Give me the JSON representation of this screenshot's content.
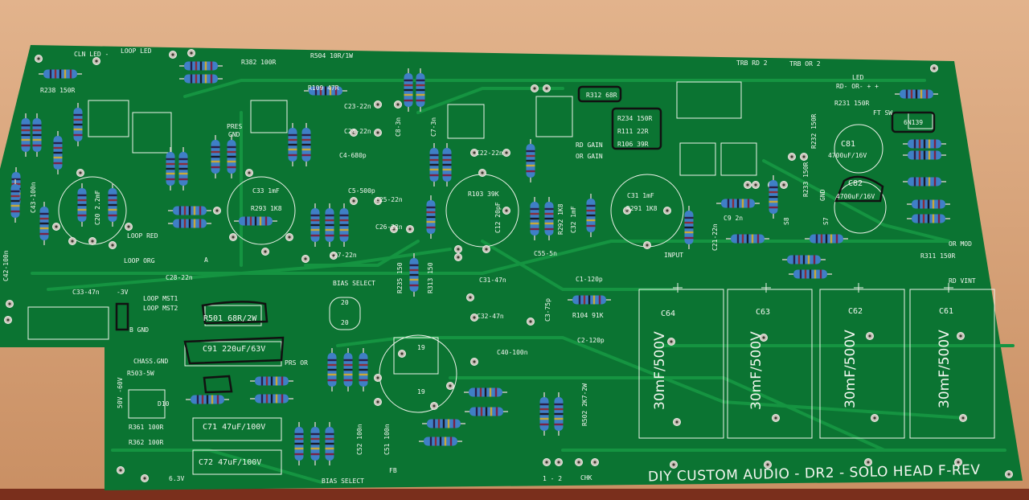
{
  "board": {
    "title": "DIY CUSTOM AUDIO - DR2 - SOLO HEAD F-REV",
    "colors": {
      "board": "#0b7432",
      "trace": "#159441",
      "silkscreen": "#f2f6ef",
      "resistor": "#3f7fc6",
      "table": "#d6a27a"
    }
  },
  "labels": {
    "cln_led": "CLN LED -",
    "loop_led": "LOOP LED",
    "r382": "R382 100R",
    "r504": "R504 10R/1W",
    "r109": "R109 47R",
    "r238": "R238 150R",
    "pres_gnd_1": "PRES",
    "pres_gnd_2": "GND",
    "c23": "C23-22n",
    "c24": "C24-22n",
    "c4": "C4-680p",
    "c5": "C5-500p",
    "c25": "C25-22n",
    "c26": "C26-22n",
    "c27": "C27-22n",
    "c33_1mf": "C33 1mF",
    "r293": "R293 1K8",
    "r103": "R103 39K",
    "c22": "C22-22n",
    "c12": "C12 20pF",
    "c8": "C8-3n",
    "c7": "C7-3n",
    "r312": "R312 68R",
    "r234": "R234 150R",
    "r111": "R111 22R",
    "r106": "R106 39R",
    "rd_gain": "RD GAIN",
    "or_gain": "OR GAIN",
    "trb_rd2": "TRB RD 2",
    "trb_or2": "TRB OR 2",
    "led": "LED",
    "led_pins": "RD- OR- + +",
    "r231": "R231 150R",
    "ft_sw": "FT SW",
    "ic_6n139": "6N139",
    "r232": "R232 150R",
    "r233": "R233 150R",
    "c81": "C81",
    "c81_val": "4700uF/16V",
    "c82": "C82",
    "c82_val": "4700uF/16V",
    "gnd": "GND",
    "s8": "S8",
    "s7": "S7",
    "c31_1mf": "C31 1mF",
    "r291": "R291 1K8",
    "r292": "R292 1K8",
    "c32_1mf": "C32 1mF",
    "c9": "C9 2n",
    "input": "INPUT",
    "c21": "C21-22n",
    "c55": "C55-5n",
    "r311": "R311 150R",
    "rd_vint": "RD VINT",
    "or_mod": "OR MOD",
    "c43": "C43-100n",
    "c42": "C42-100n",
    "c20": "C20 2.2mF",
    "loop_red": "LOOP RED",
    "loop_org": "LOOP ORG",
    "a": "A",
    "c33_47n": "C33-47n",
    "minus3v": "-3V",
    "loop_mst1": "LOOP MST1",
    "loop_mst2": "LOOP MST2",
    "b_gnd": "B GND",
    "c28": "C28-22n",
    "bias_select_top": "BIAS SELECT",
    "r235": "R235 150",
    "r313": "R313 150",
    "c31_47n": "C31-47n",
    "c32_47n": "C32-47n",
    "c40": "C40-100n",
    "r501": "R501 68R/2W",
    "c91": "C91 220uF/63V",
    "prs_or": "PRS OR",
    "chass_gnd": "CHASS.GND",
    "r503": "R503-5W",
    "v50_60": "50V -60V",
    "d10": "D10",
    "r361": "R361 100R",
    "r362": "R362 100R",
    "c71": "C71 47uF/100V",
    "c72": "C72 47uF/100V",
    "v63": "6.3V",
    "c52": "C52 100n",
    "c51": "C51 100n",
    "fb": "FB",
    "bias_select_bottom": "BIAS SELECT",
    "socket20": "20",
    "socket19": "19",
    "c1": "C1-120p",
    "c2": "C2-120p",
    "c3": "C3-75p",
    "r104": "R104 91K",
    "r502": "R502 2K7-2W",
    "one_two": "1 - 2",
    "chk": "CHK",
    "c64": "C64",
    "c63": "C63",
    "c62": "C62",
    "c61": "C61",
    "filter_cap_val": "30mF/500V"
  }
}
